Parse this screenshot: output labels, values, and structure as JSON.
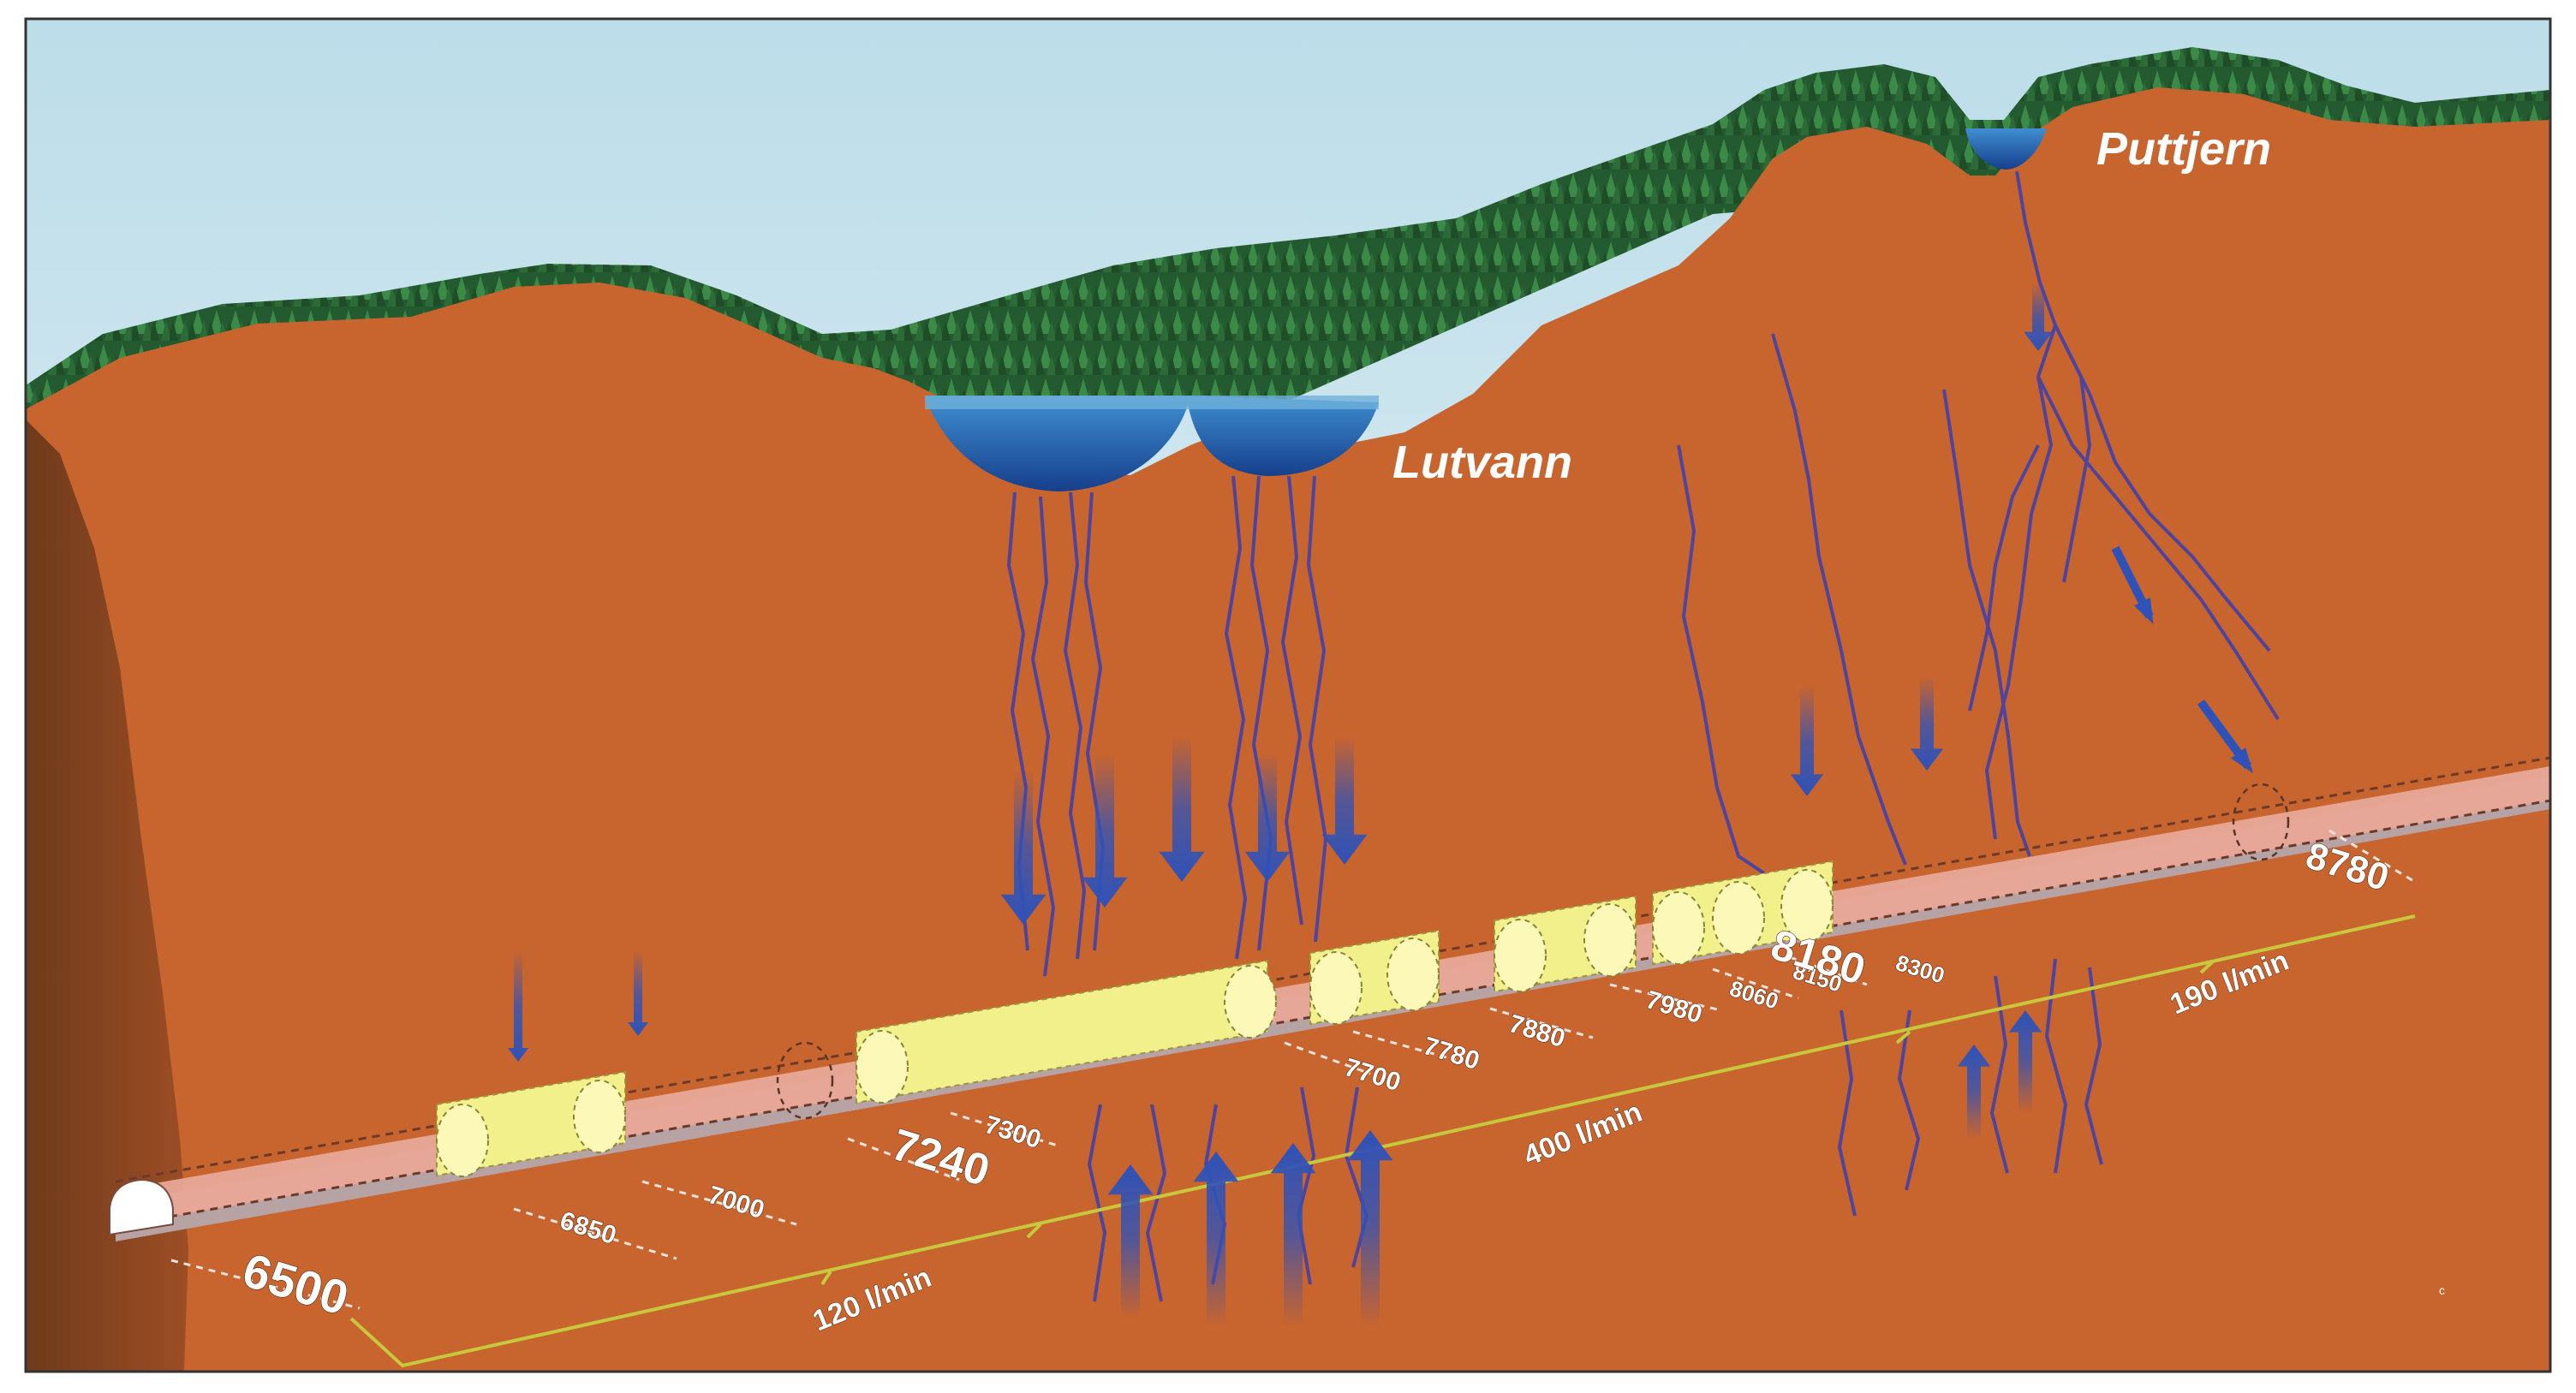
{
  "diagram": {
    "places": {
      "lake_a": "Lutvann",
      "lake_b": "Puttjern"
    },
    "chainages": [
      {
        "label": "6500",
        "size": "major"
      },
      {
        "label": "6850",
        "size": "minor"
      },
      {
        "label": "7000",
        "size": "minor"
      },
      {
        "label": "7240",
        "size": "major"
      },
      {
        "label": "7300",
        "size": "minor"
      },
      {
        "label": "7700",
        "size": "minor"
      },
      {
        "label": "7780",
        "size": "minor"
      },
      {
        "label": "7880",
        "size": "minor"
      },
      {
        "label": "7980",
        "size": "minor"
      },
      {
        "label": "8060",
        "size": "minor"
      },
      {
        "label": "8150",
        "size": "minor"
      },
      {
        "label": "8180",
        "size": "major"
      },
      {
        "label": "8300",
        "size": "minor"
      },
      {
        "label": "8780",
        "size": "major"
      }
    ],
    "leakage": [
      {
        "label": "120 l/min"
      },
      {
        "label": "400 l/min"
      },
      {
        "label": "190 l/min"
      }
    ],
    "corner_mark": "c",
    "colors": {
      "sky": "#dfeef5",
      "rock": "#c8642e",
      "rock_dark": "#8a4420",
      "forest": "#2e6e3a",
      "water": "#1f5fa8",
      "tunnel": "#e8a898",
      "lining": "#f2f08a",
      "flow_line": "#c8c83c",
      "arrow": "#2f52b8"
    }
  }
}
